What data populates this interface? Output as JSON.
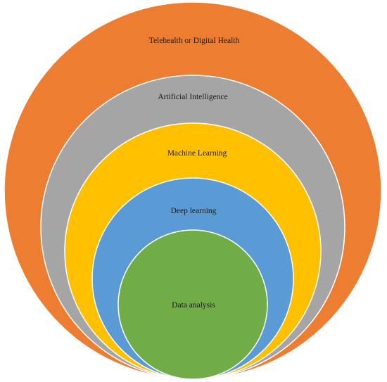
{
  "diagram": {
    "rings": [
      {
        "label": "Telehealth  or Digital  Health",
        "color": "#ED7D31"
      },
      {
        "label": "Artificial  Intelligence",
        "color": "#A5A5A5"
      },
      {
        "label": "Machine Learning",
        "color": "#FFC000"
      },
      {
        "label": "Deep learning",
        "color": "#5B9BD5"
      },
      {
        "label": "Data analysis",
        "color": "#70AD47"
      }
    ],
    "stroke_color": "#ffffff"
  }
}
